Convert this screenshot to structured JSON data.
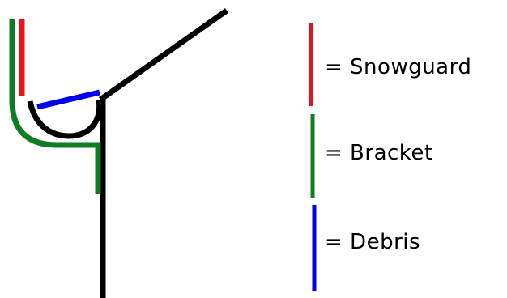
{
  "colors": {
    "structure": "#000000",
    "snowguard": "#e8141c",
    "bracket": "#0e7c23",
    "debris": "#0000ee",
    "background": "#ffffff"
  },
  "legend": [
    {
      "key": "snowguard",
      "label": "= Snowguard",
      "color": "#e8141c"
    },
    {
      "key": "bracket",
      "label": "= Bracket",
      "color": "#0e7c23"
    },
    {
      "key": "debris",
      "label": "= Debris",
      "color": "#0000ee"
    }
  ]
}
